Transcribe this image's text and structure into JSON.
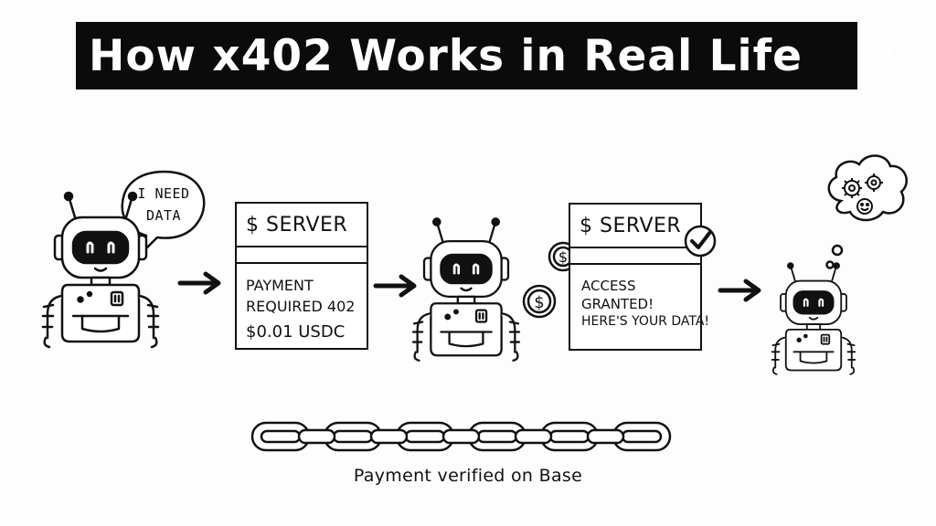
{
  "title": "How x402 Works in Real Life",
  "speech_bubble": {
    "line1": "I NEED",
    "line2": "DATA"
  },
  "server1": {
    "header": "$ SERVER",
    "line1": "PAYMENT",
    "line2": "REQUIRED 402",
    "line3": "$0.01 USDC"
  },
  "server2": {
    "header": "$ SERVER",
    "line1": "ACCESS",
    "line2": "GRANTED!",
    "line3": "HERE'S YOUR DATA!"
  },
  "coin_symbol": "$",
  "caption": "Payment verified on Base",
  "icons": [
    "lightbulb-icon",
    "robot-icon",
    "arrow-right-icon",
    "coin-icon",
    "checkmark-icon",
    "gears-icon",
    "smiley-icon",
    "chain-icon"
  ]
}
